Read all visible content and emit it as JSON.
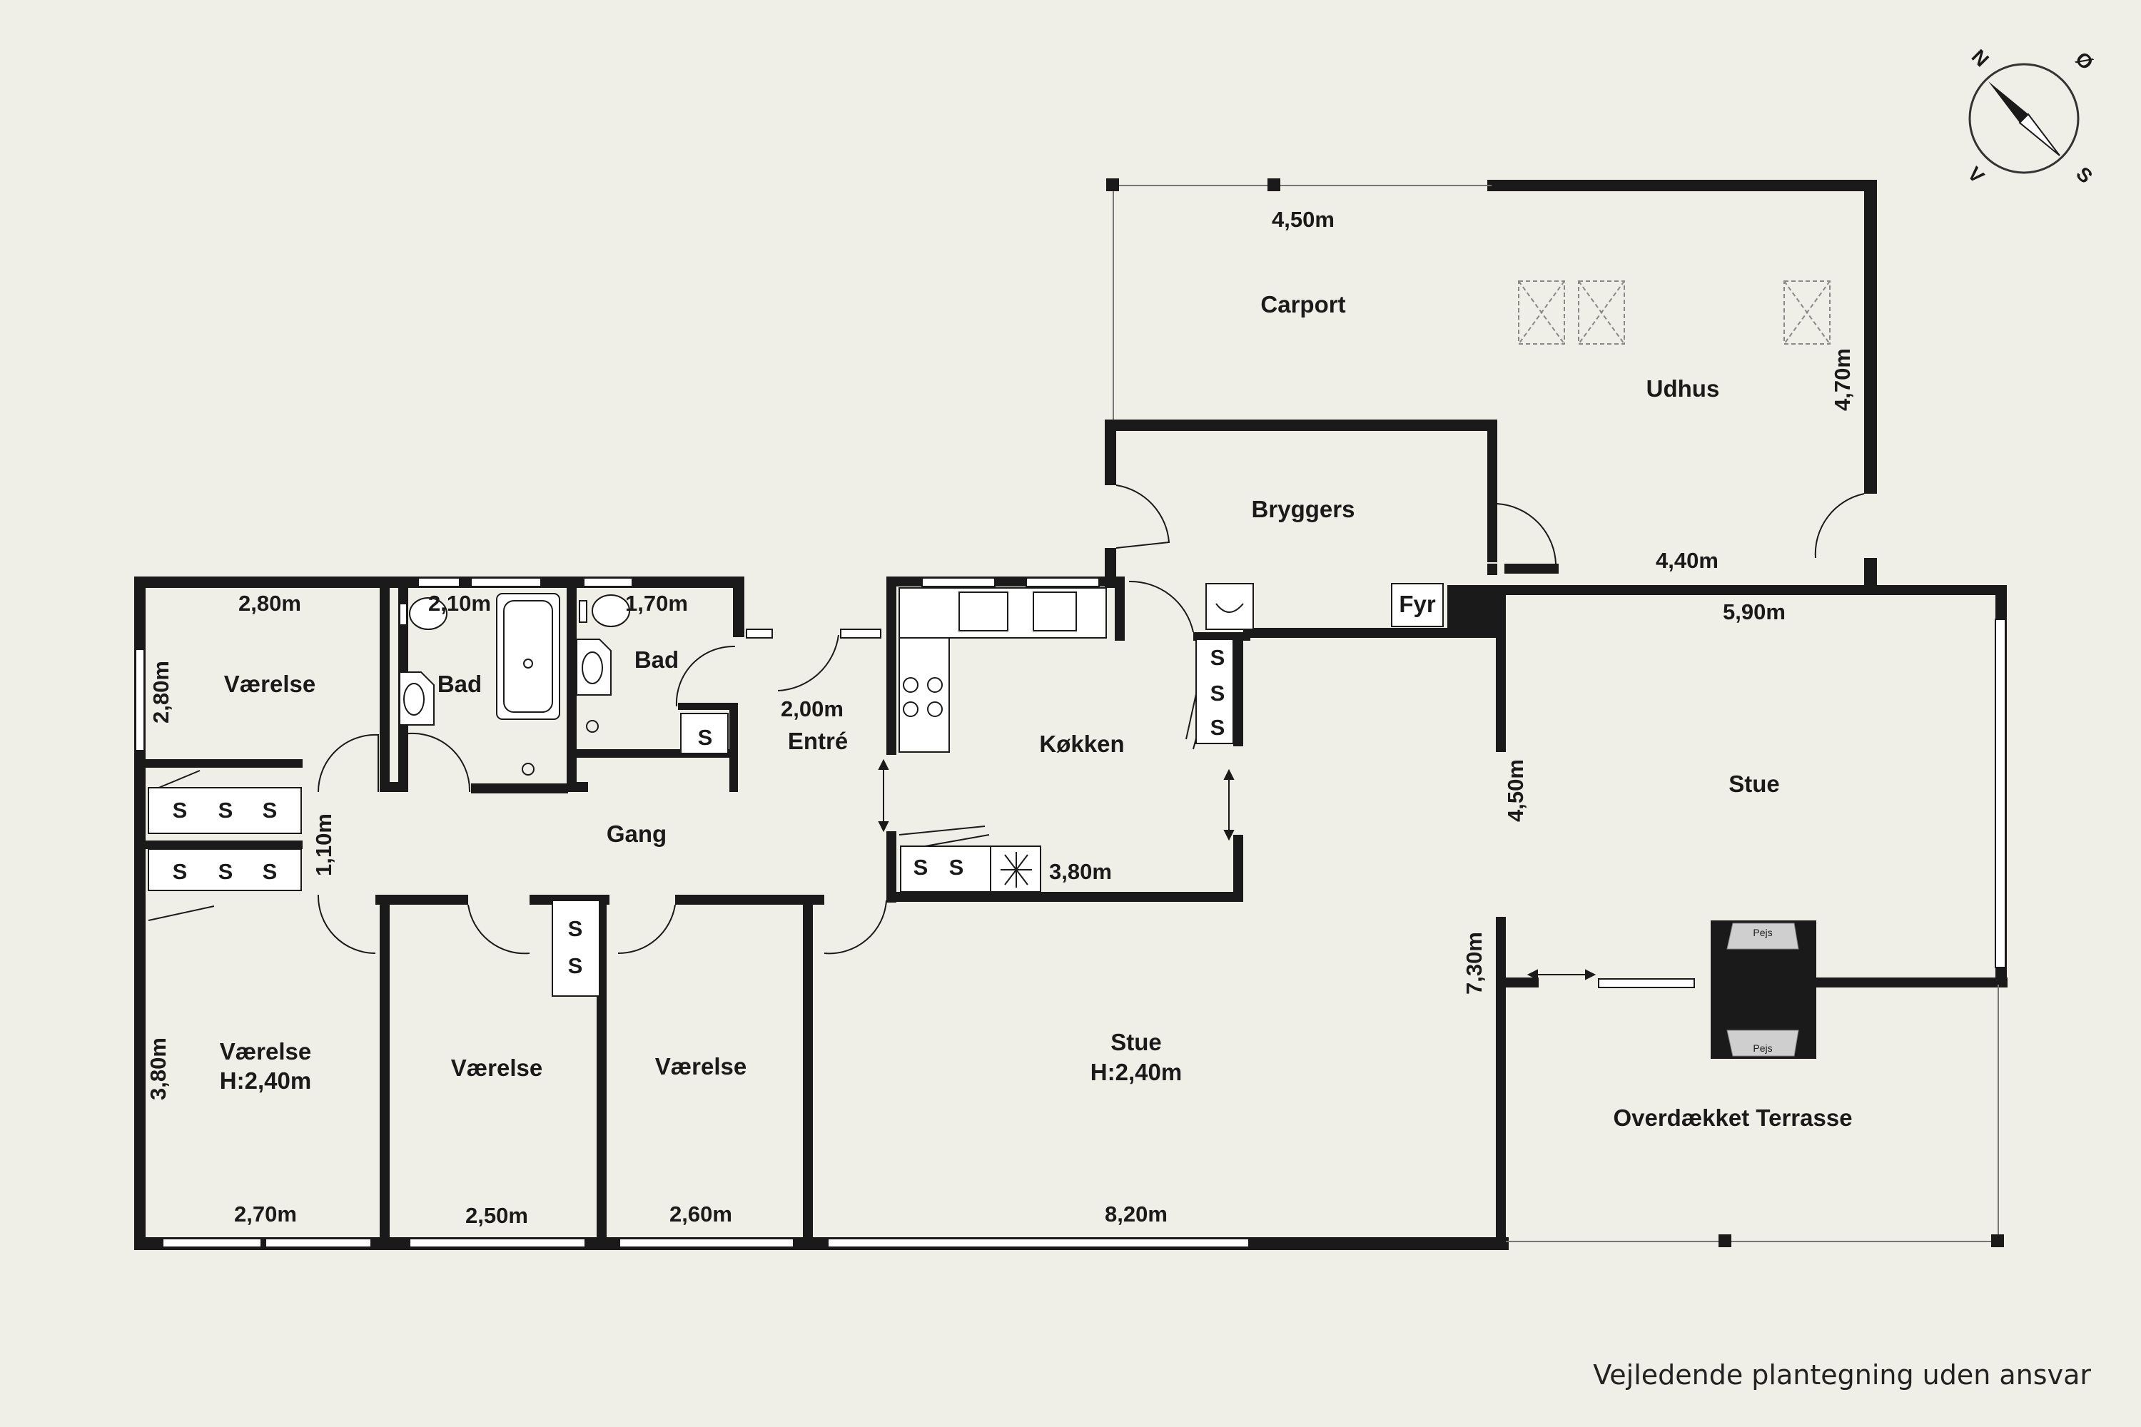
{
  "rooms": {
    "carport": "Carport",
    "udhus": "Udhus",
    "bryggers": "Bryggers",
    "fyr": "Fyr",
    "koekken": "Køkken",
    "entre": "Entré",
    "gang": "Gang",
    "bad1": "Bad",
    "bad2": "Bad",
    "vaerelse1": "Værelse",
    "vaerelse2": "Værelse",
    "vaerelse2_height": "H:2,40m",
    "vaerelse3": "Værelse",
    "vaerelse4": "Værelse",
    "stue_main": "Stue",
    "stue_main_height": "H:2,40m",
    "stue_right": "Stue",
    "terrasse": "Overdækket Terrasse"
  },
  "dimensions": {
    "carport_w": "4,50m",
    "udhus_h": "4,70m",
    "udhus_w": "4,40m",
    "stue_right_w": "5,90m",
    "stue_right_h": "4,50m",
    "stue_total_h": "7,30m",
    "koekken_w": "3,80m",
    "entre_w": "2,00m",
    "vaerelse1_w": "2,80m",
    "vaerelse1_h": "2,80m",
    "bad1_w": "2,10m",
    "bad2_w": "1,70m",
    "gang_h": "1,10m",
    "vaerelse2_h": "3,80m",
    "vaerelse2_w": "2,70m",
    "vaerelse3_w": "2,50m",
    "vaerelse4_w": "2,60m",
    "stue_main_w": "8,20m"
  },
  "storage_label": "S",
  "fireplace_label": "Pejs",
  "compass": {
    "n": "N",
    "e": "Ø",
    "s": "S",
    "w": "V"
  },
  "footer": "Vejledende plantegning uden ansvar",
  "colors": {
    "background": "#f0efe7",
    "wall": "#1a1a1a",
    "window": "#ffffff"
  }
}
